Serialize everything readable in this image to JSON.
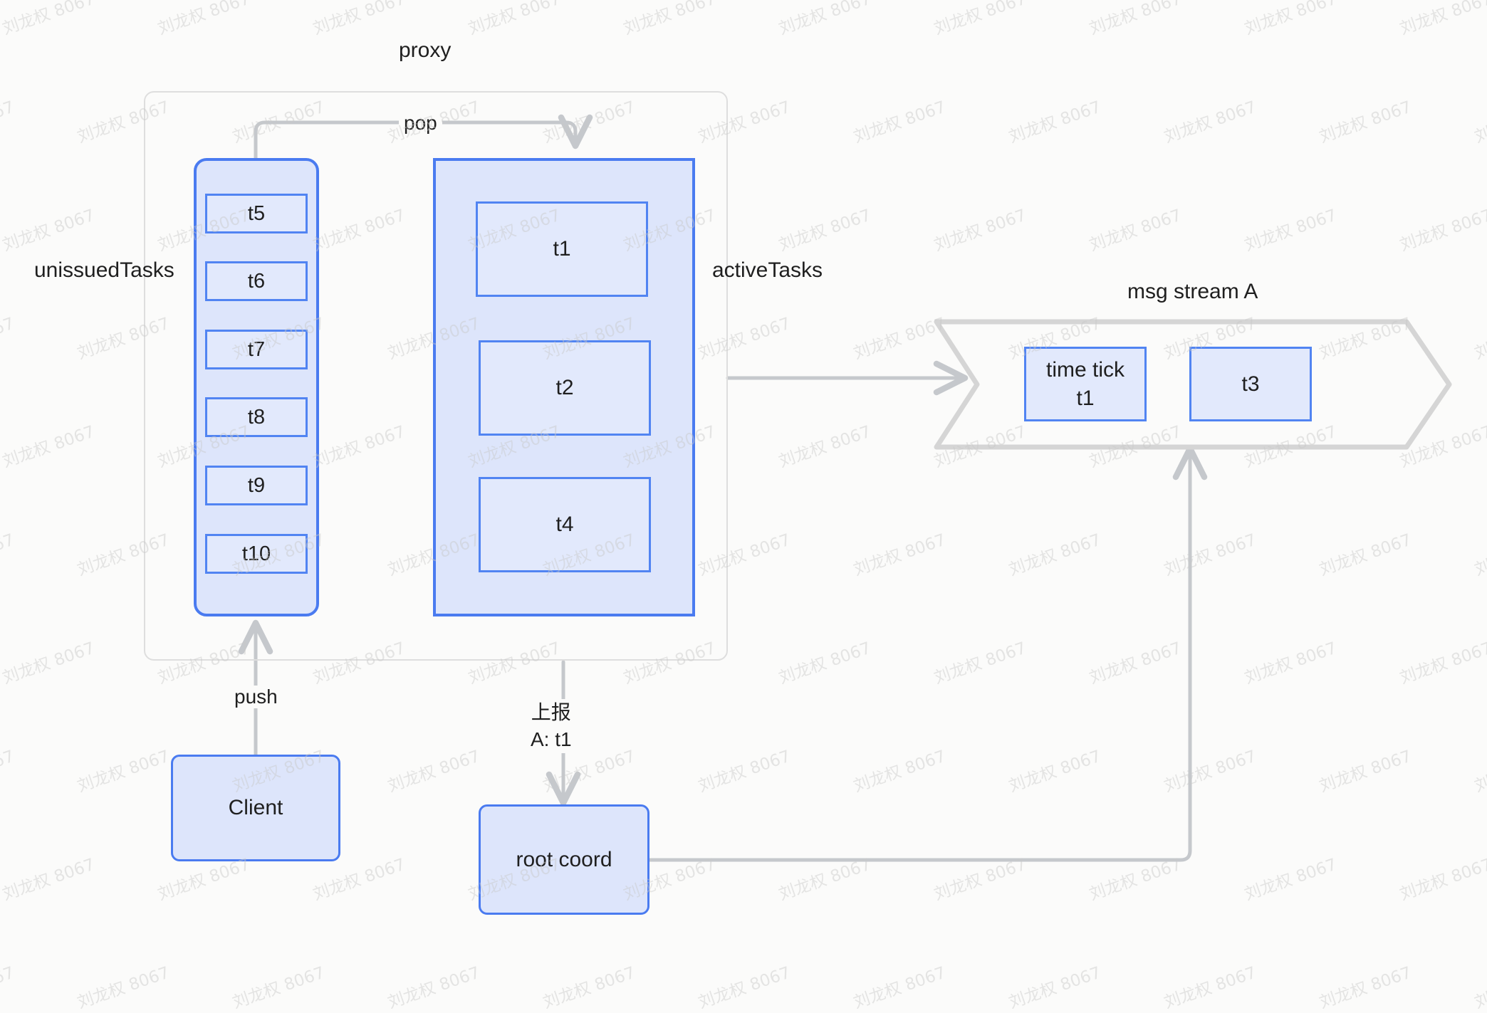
{
  "diagram": {
    "title": "proxy task dispatch and msg stream flow",
    "colors": {
      "node_border": "#4a7bf0",
      "node_fill": "#dde5fb",
      "cell_border": "#5184f2",
      "cell_fill": "#e2e9fc",
      "connector": "#c5c8cc",
      "frame_border": "#dedede",
      "canvas": "#fbfbfa",
      "text": "#1f1f1f",
      "watermark": "#c9c9c9"
    },
    "watermark_text": "刘龙权 8067"
  },
  "proxy": {
    "label": "proxy",
    "unissued": {
      "label": "unissuedTasks",
      "items": [
        "t5",
        "t6",
        "t7",
        "t8",
        "t9",
        "t10"
      ]
    },
    "active": {
      "label": "activeTasks",
      "items": [
        "t1",
        "t2",
        "t4"
      ]
    }
  },
  "stream": {
    "label": "msg stream A",
    "messages": [
      {
        "line1": "time tick",
        "line2": "t1"
      },
      {
        "line1": "t3",
        "line2": ""
      }
    ]
  },
  "nodes": {
    "client": "Client",
    "root_coord": "root coord"
  },
  "edges": {
    "pop": "pop",
    "push": "push",
    "report": "上报\nA: t1"
  }
}
